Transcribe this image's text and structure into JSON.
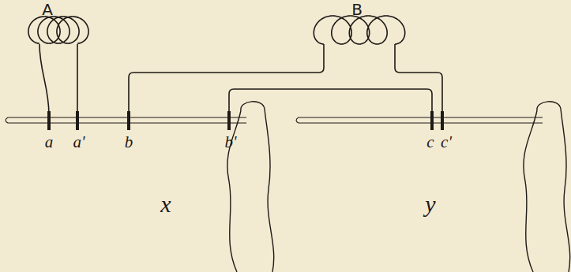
{
  "diagram": {
    "labels": [
      "A",
      "B",
      "a",
      "a'",
      "b",
      "b'",
      "c",
      "c'",
      "x",
      "y"
    ]
  }
}
